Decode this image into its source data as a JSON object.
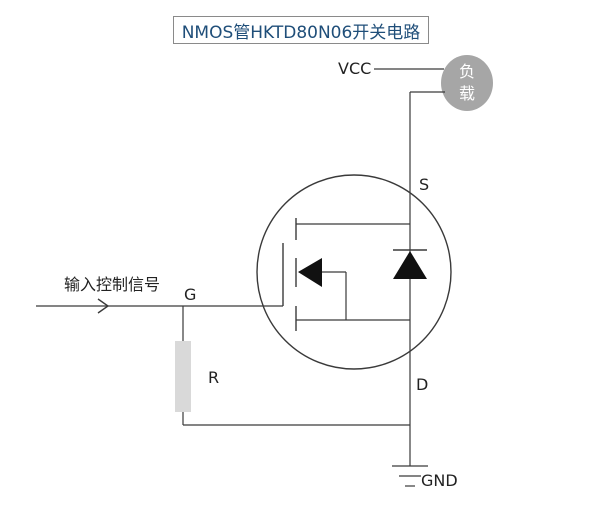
{
  "title": "NMOS管HKTD80N06开关电路",
  "labels": {
    "vcc": "VCC",
    "load_line1": "负",
    "load_line2": "载",
    "source": "S",
    "gate": "G",
    "drain": "D",
    "resistor": "R",
    "input": "输入控制信号",
    "ground": "GND"
  },
  "colors": {
    "wire": "#3a3a3a",
    "title_text": "#1f4e79",
    "load_fill": "#a6a6a6",
    "resistor_fill": "#d9d9d9"
  }
}
